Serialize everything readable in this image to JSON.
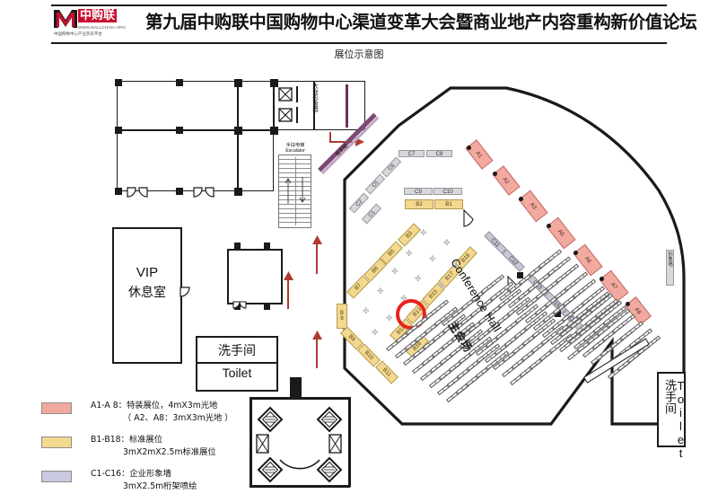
{
  "header": {
    "logo": {
      "brand_cn": "中购联",
      "url": "WWW.MALLCHINA.ORG",
      "tagline": "中国购物中心产业资讯平台",
      "mark": "M"
    },
    "title": "第九届中购联中国购物中心渠道变革大会暨商业地产内容重构新价值论坛",
    "subtitle": "展位示意图"
  },
  "plan": {
    "rooms": {
      "vip": {
        "line1": "VIP",
        "line2": "休息室"
      },
      "toilet_left": {
        "line1": "洗手间",
        "line2": "Toilet"
      },
      "toilet_right": {
        "line1": "洗手间",
        "line2": "Toilet"
      },
      "conference_hall": {
        "cn": "主会场",
        "en": "Conference Hall"
      }
    },
    "labels": {
      "escalator_cn": "手扶电梯",
      "escalator_en": "Escalator",
      "image_wall": "大会形象墙",
      "sign_in": "签到处",
      "right_edge": "形象墙"
    },
    "booths": {
      "a": [
        "A1",
        "A2",
        "A3",
        "A5",
        "A6",
        "A7",
        "A8"
      ],
      "b_top": [
        "B2",
        "B1"
      ],
      "b_left": [
        "B3",
        "B5",
        "B6",
        "B7",
        "B8",
        "B9",
        "B10"
      ],
      "b_bottom": [
        "B11",
        "B12",
        "B13",
        "B15",
        "B16",
        "B17",
        "B18"
      ],
      "c_top": [
        "C7",
        "C8",
        "C9",
        "C10"
      ],
      "c_upper_left": [
        "C6",
        "C5",
        "C2",
        "C1"
      ],
      "c_right": [
        "C11",
        "C12",
        "C13",
        "C15",
        "C16"
      ]
    },
    "highlight": {
      "booth": "B13",
      "color": "#e8231e"
    }
  },
  "legend": {
    "items": [
      {
        "swatch": "#f2a9a0",
        "line1": "A1-A 8：特装展位，4mX3m光地",
        "line2": "（ A2、A8：3mX3m光地 ）"
      },
      {
        "swatch": "#f3d98f",
        "line1": "B1-B18：标准展位",
        "line2": "3mX2mX2.5m标准展位"
      },
      {
        "swatch": "#c9c9e2",
        "line1": "C1-C16：企业形象墙",
        "line2": "3mX2.5m桁架喷绘"
      }
    ]
  },
  "colors": {
    "booth_a": "#f2a9a0",
    "booth_b": "#f3d98f",
    "booth_c": "#c9c9e2",
    "brand_red": "#c8102e",
    "arrow_red": "#b03a2e",
    "wall": "#1a1a1a"
  }
}
